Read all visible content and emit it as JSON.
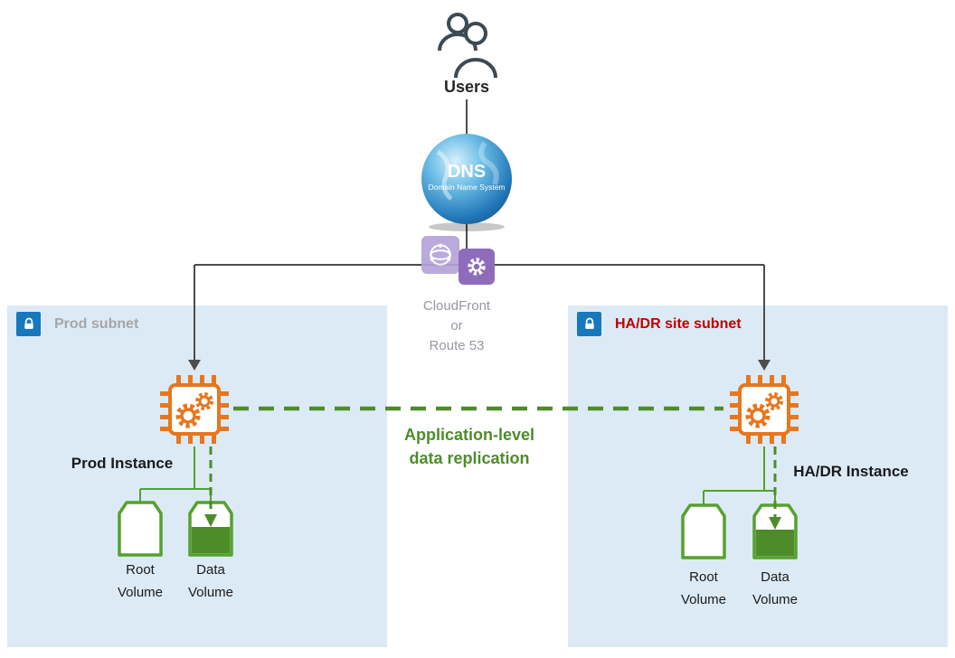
{
  "users": {
    "label": "Users"
  },
  "dns": {
    "title": "DNS",
    "subtitle": "Domain Name System"
  },
  "cdn": {
    "line1": "CloudFront",
    "line2": "or",
    "line3": "Route 53"
  },
  "replication": {
    "line1": "Application-level",
    "line2": "data replication"
  },
  "prod": {
    "subnet_label": "Prod subnet",
    "instance_label": "Prod Instance",
    "root_volume": {
      "line1": "Root",
      "line2": "Volume"
    },
    "data_volume": {
      "line1": "Data",
      "line2": "Volume"
    }
  },
  "hadr": {
    "subnet_label": "HA/DR site subnet",
    "instance_label": "HA/DR Instance",
    "root_volume": {
      "line1": "Root",
      "line2": "Volume"
    },
    "data_volume": {
      "line1": "Data",
      "line2": "Volume"
    }
  },
  "colors": {
    "subnet-bg": "#dceaf6",
    "lock-blue": "#1878bc",
    "instance-orange": "#e8761d",
    "replication-green": "#4e8c2a",
    "volume-green": "#55a12e",
    "line-gray": "#4d4d4d",
    "prod-label-gray": "#a6a6a6",
    "hadr-label-red": "#c00000",
    "cdn-purple-light": "#b5a3da",
    "cdn-purple-dark": "#8f6cbb",
    "cdn-text": "#9b95a3"
  }
}
